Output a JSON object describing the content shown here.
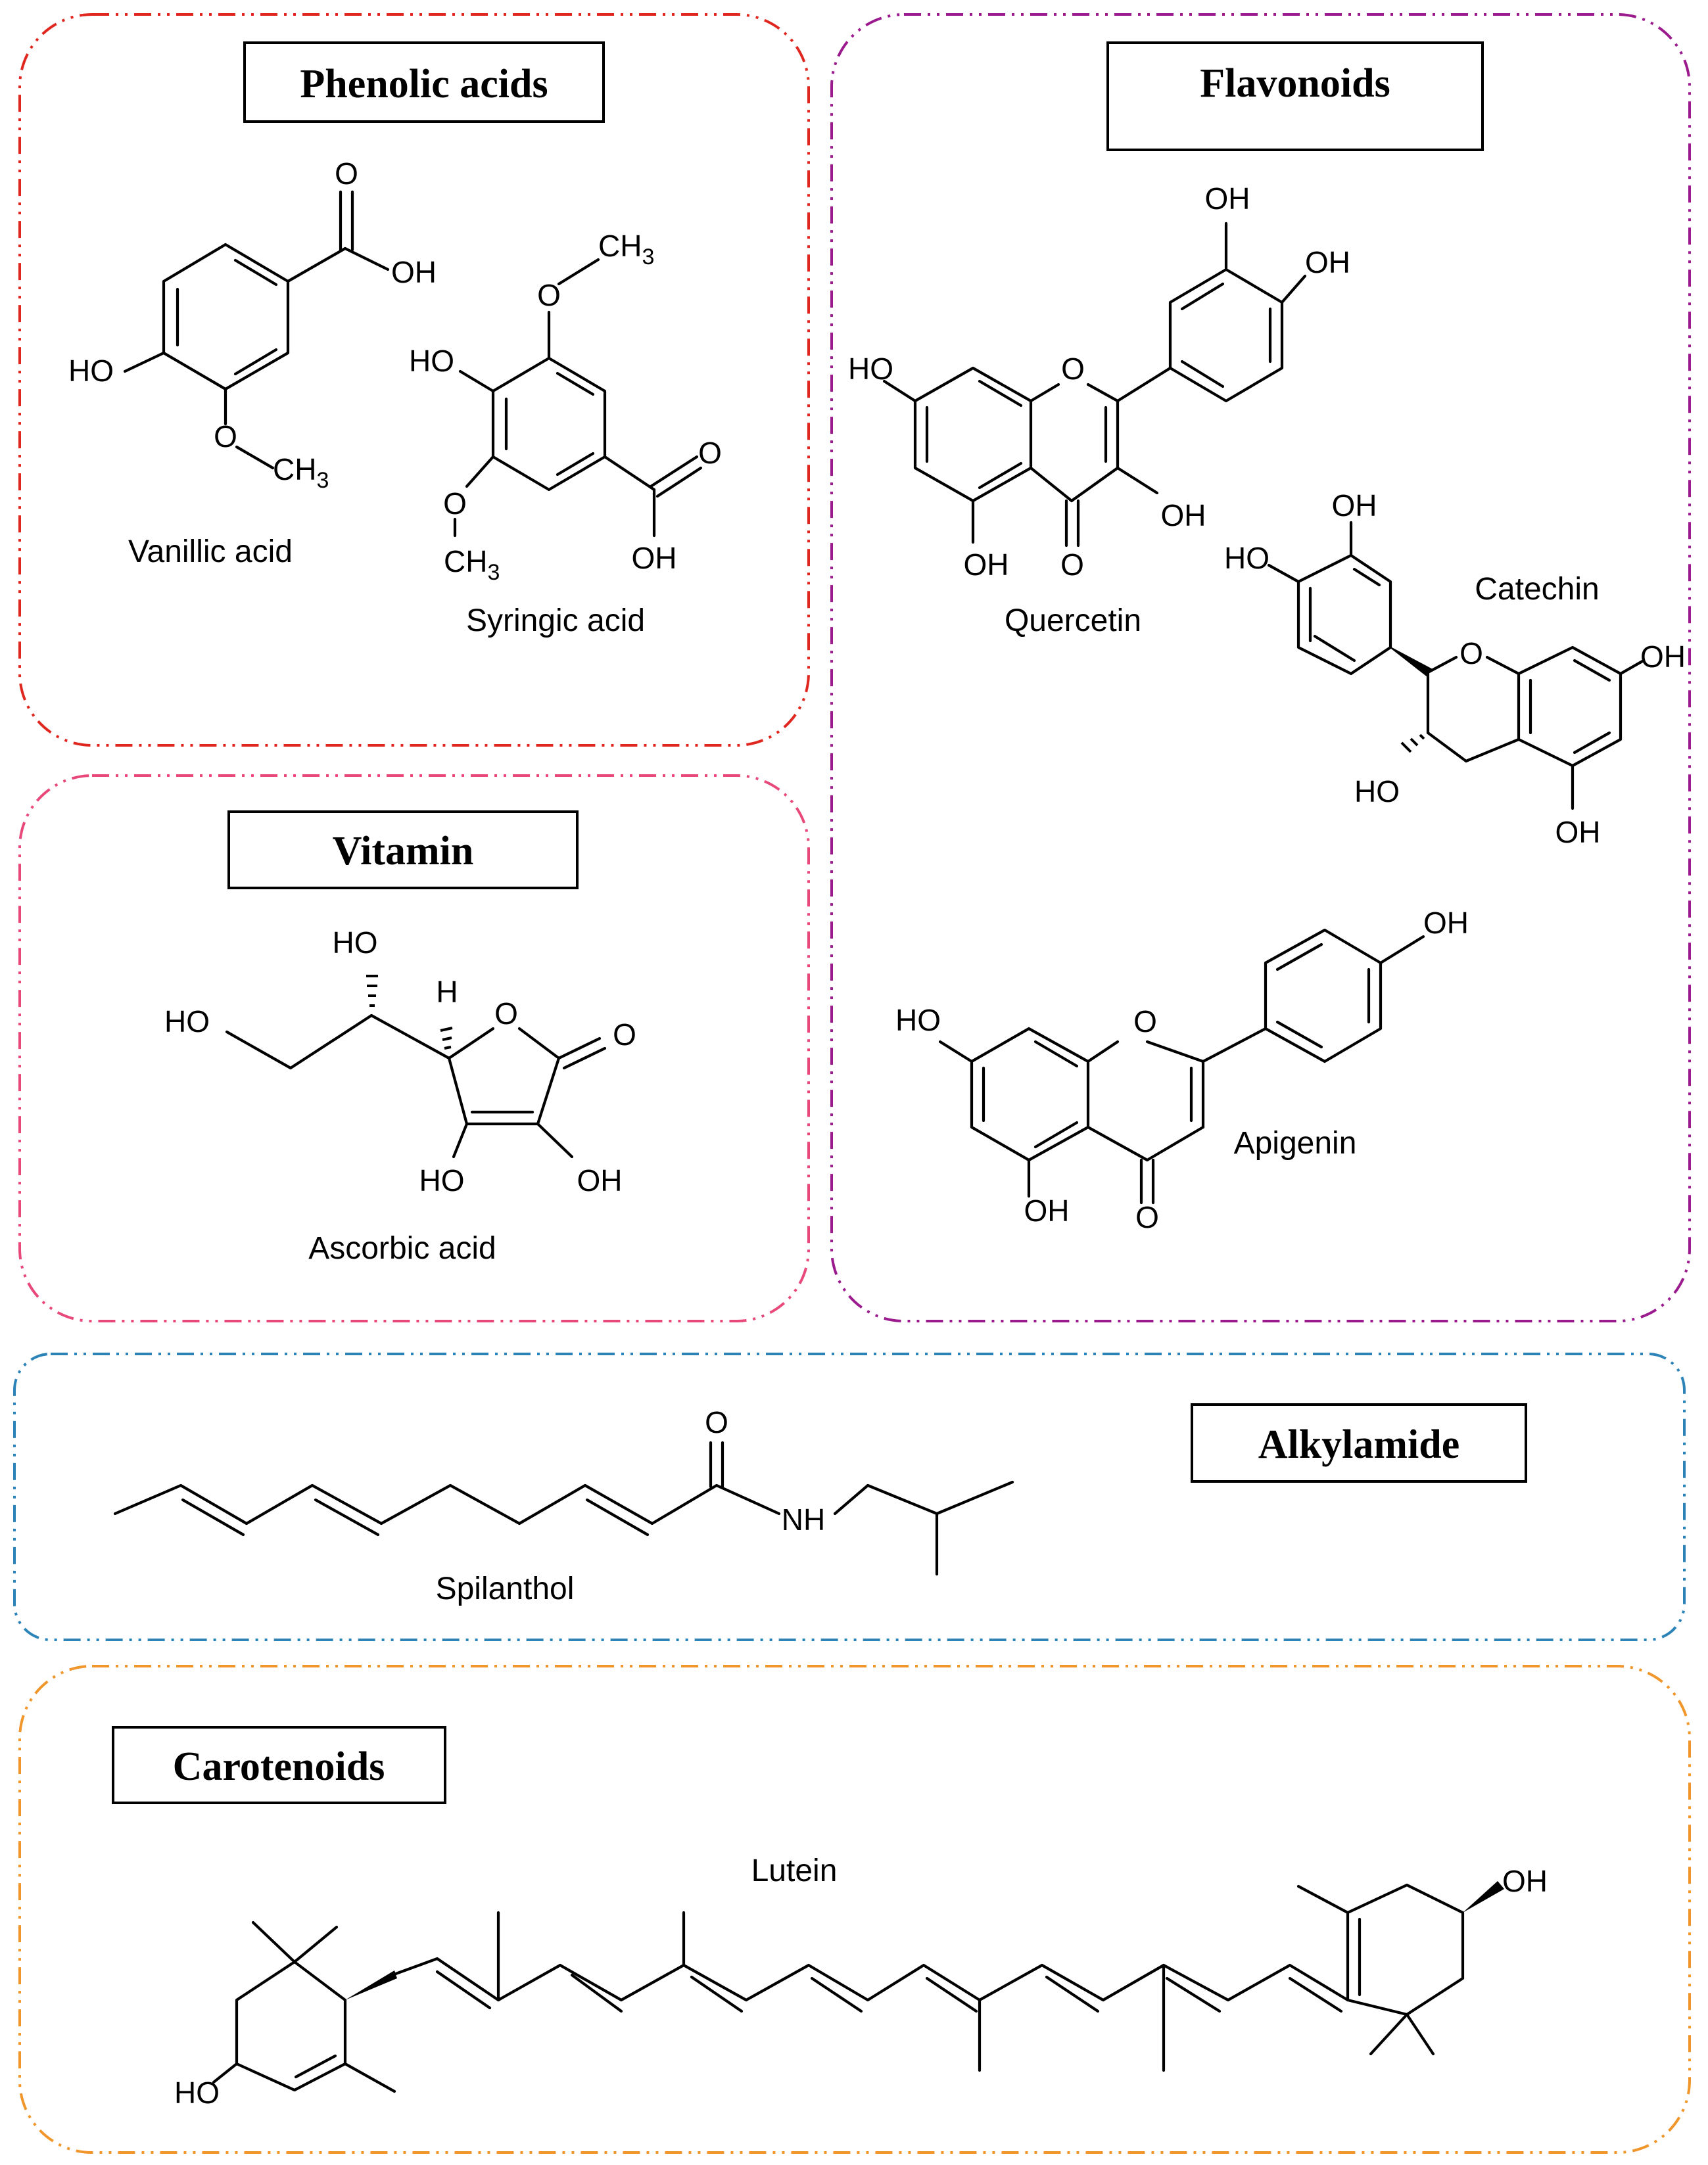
{
  "colors": {
    "phenolic_border": "#e0271f",
    "flavonoid_border": "#9b1b8e",
    "vitamin_border": "#e8497a",
    "alkylamide_border": "#2b83b8",
    "carotenoid_border": "#f0962a"
  },
  "groups": {
    "phenolic": {
      "title": "Phenolic acids",
      "compounds": [
        "Vanillic acid",
        "Syringic acid"
      ]
    },
    "flavonoids": {
      "title": "Flavonoids",
      "compounds": [
        "Quercetin",
        "Catechin",
        "Apigenin"
      ]
    },
    "vitamin": {
      "title": "Vitamin",
      "compounds": [
        "Ascorbic acid"
      ]
    },
    "alkylamide": {
      "title": "Alkylamide",
      "compounds": [
        "Spilanthol"
      ]
    },
    "carotenoids": {
      "title": "Carotenoids",
      "compounds": [
        "Lutein"
      ]
    }
  },
  "atoms": {
    "O": "O",
    "OH": "OH",
    "HO": "HO",
    "CH": "CH",
    "three": "3",
    "H": "H",
    "NH": "NH"
  }
}
